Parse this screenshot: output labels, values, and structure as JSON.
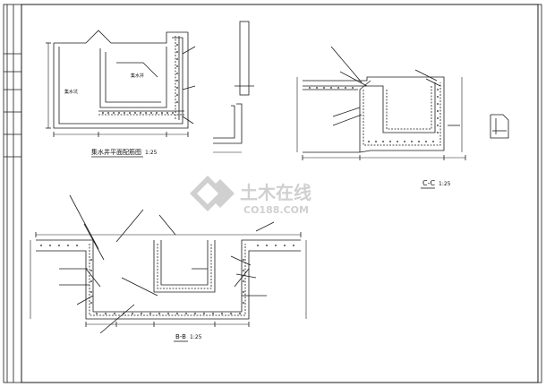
{
  "drawing": {
    "plan_view": {
      "title": "集水井平面配筋图",
      "scale": "1:25",
      "room_left": "集水坑",
      "room_right": "集水井"
    },
    "section_cc": {
      "title": "C-C",
      "scale": "1:25"
    },
    "section_bb": {
      "title": "B-B",
      "scale": "1:25"
    }
  },
  "watermark": {
    "cn": "土木在线",
    "en": "CO188.COM",
    "color": "#c8c8c8"
  },
  "colors": {
    "line": "#1a1a1a",
    "background": "#ffffff"
  }
}
